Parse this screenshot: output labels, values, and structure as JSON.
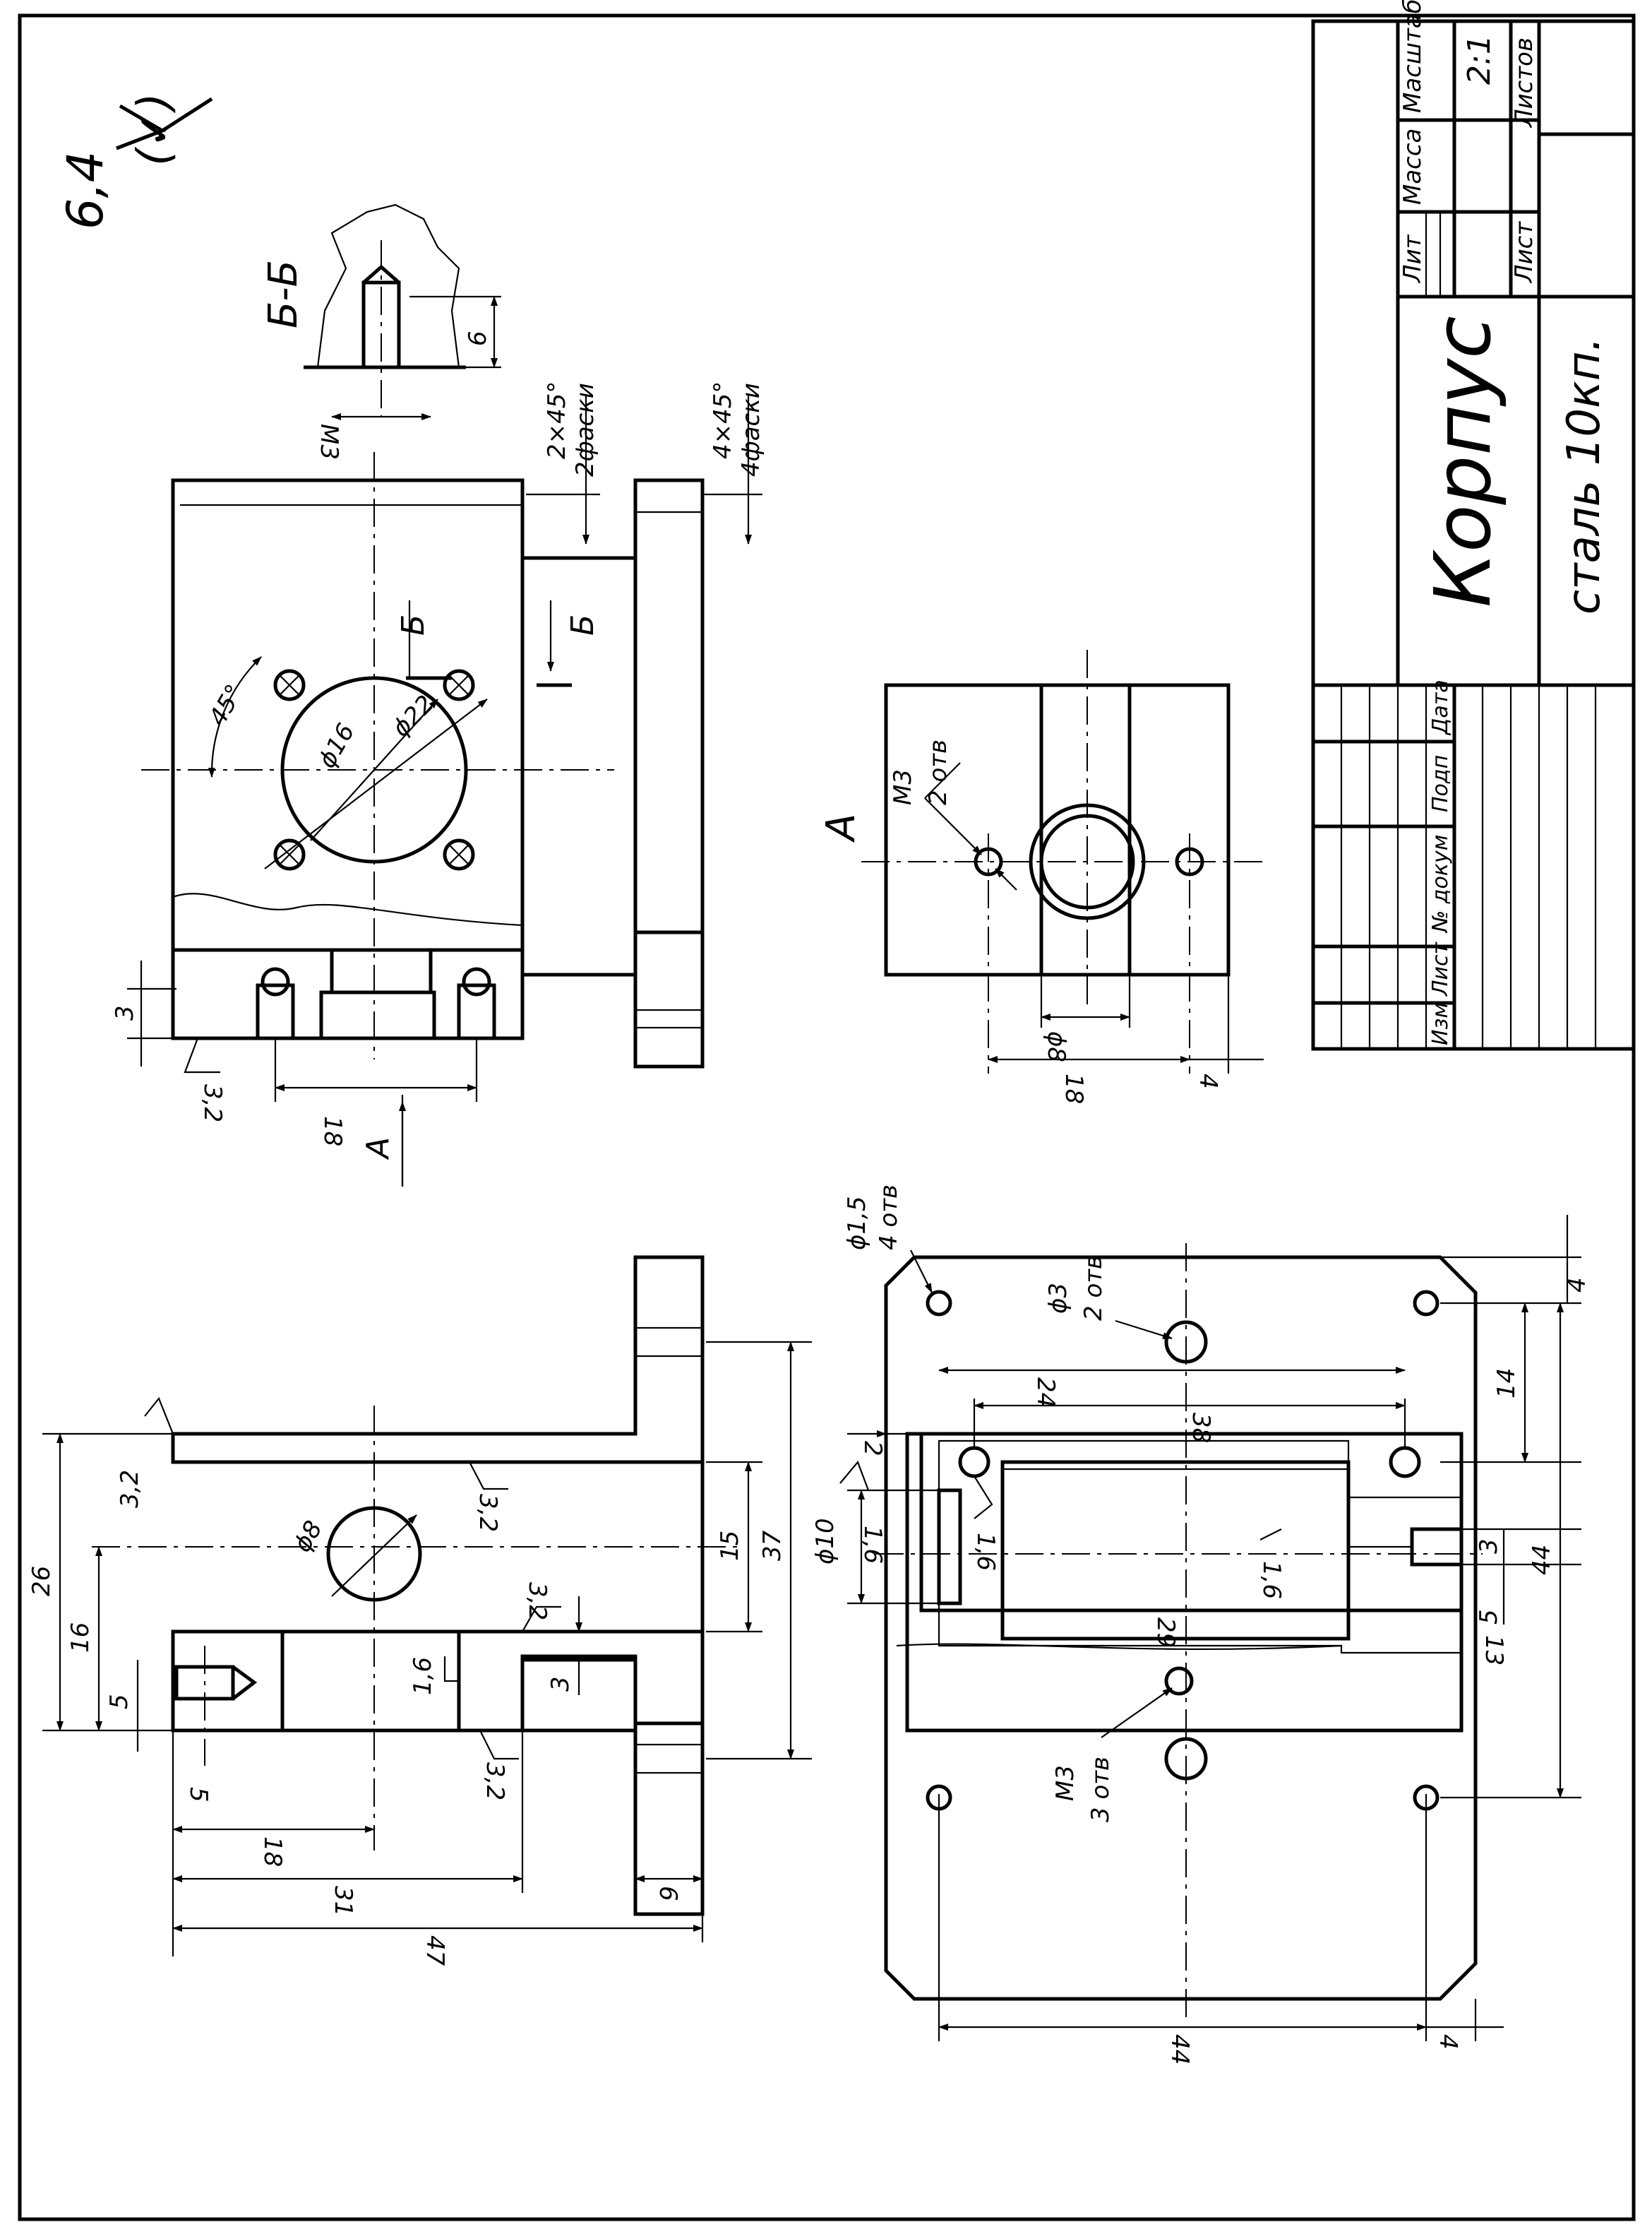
{
  "sheet": {
    "roughness_general": "6,4",
    "roughness_paren": "(✓)"
  },
  "title_block": {
    "title": "Корпус",
    "material": "сталь 10кп.",
    "scale_label": "Масштаб",
    "scale_value": "2:1",
    "mass_label": "Масса",
    "lit_label": "Лит",
    "sheet_label": "Лист",
    "sheets_label": "Листов",
    "cols": [
      "Изм",
      "Лист",
      "№ докум",
      "Подп",
      "Дата"
    ]
  },
  "section_bb": {
    "label": "Б-Б",
    "dim_depth": "6",
    "thread": "М3"
  },
  "top_view": {
    "chamfer1": "2×45°",
    "chamfer1_note": "2фаски",
    "chamfer2": "4×45°",
    "chamfer2_note": "4фаски",
    "cut_label_1": "Б",
    "cut_label_2": "Б",
    "angle": "45°",
    "d_inner": "ϕ16",
    "d_outer": "ϕ22",
    "dim_3": "3",
    "dim_18": "18",
    "roughness_32": "3,2",
    "view_arrow": "А"
  },
  "view_a": {
    "label": "А",
    "thread": "М3",
    "thread_note": "2 отв",
    "d8": "ϕ8",
    "dim_18": "18",
    "dim_4": "4"
  },
  "front_view": {
    "d8": "ϕ8",
    "r32_a": "3,2",
    "r32_b": "3,2",
    "r32_c": "3,2",
    "r32_d": "3,2",
    "r16": "1,6",
    "dim_26": "26",
    "dim_16": "16",
    "dim_5a": "5",
    "dim_5b": "5",
    "dim_18": "18",
    "dim_31": "31",
    "dim_47": "47",
    "dim_6": "6",
    "dim_15": "15",
    "dim_37": "37",
    "dim_3": "3"
  },
  "bottom_view": {
    "d15": "ϕ1,5",
    "d15_note": "4 отв",
    "d3": "ϕ3",
    "d3_note": "2 отв",
    "m3": "М3",
    "m3_note": "3 отв",
    "d10": "ϕ10",
    "r16a": "1,6",
    "r16b": "1,6",
    "r16c": "1,6",
    "dim_24": "24",
    "dim_2": "2",
    "dim_38": "38",
    "dim_29": "29",
    "dim_4a": "4",
    "dim_14": "14",
    "dim_3": "3",
    "dim_44v": "44",
    "dim_5": "5",
    "dim_13": "13",
    "dim_44h": "44",
    "dim_4b": "4"
  }
}
